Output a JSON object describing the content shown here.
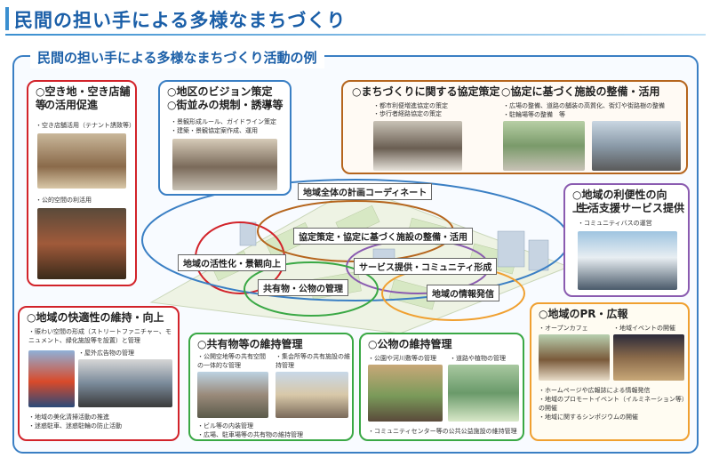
{
  "header": {
    "title": "民間の担い手による多様なまちづくり"
  },
  "subtitle": "民間の担い手による多様なまちづくり活動の例",
  "boxes": {
    "vacant": {
      "title1": "○空き地・空き店舗等",
      "title2": "の活用促進",
      "b1": "・空き店舗活用（テナント誘致等）",
      "b2": "・公的空間の利活用"
    },
    "vision": {
      "title1": "○地区のビジョン策定",
      "title2": "○街並みの規制・誘導等",
      "b1": "・景観形成ルール、ガイドライン策定",
      "b2": "・建築・景観協定案作成、運用"
    },
    "agreement": {
      "title1": "○まちづくりに関する協定策定",
      "title2": "○協定に基づく施設の整備・活用",
      "b1": "・都市利便増進協定の策定",
      "b2": "・歩行者経路協定の策定",
      "b3": "・広場の整備、道路の舗装の高質化、街灯や街路樹の整備",
      "b4": "・駐輪場等の整備　等"
    },
    "service": {
      "title1": "○地域の利便性の向上・",
      "title2": "生活支援サービス提供",
      "b1": "・コミュニティバスの運営"
    },
    "comfort": {
      "title": "○地域の快適性の維持・向上",
      "b1": "・賑わい空間の形成（ストリートファニチャー、モニュメント、緑化施設等を設置）と管理",
      "b2": "・屋外広告物の管理",
      "b3": "・地域の美化清掃活動の推進",
      "b4": "・迷惑駐車、迷惑駐輪の防止活動"
    },
    "shared": {
      "title": "○共有物等の維持管理",
      "b1": "・公開空地等の共有空間の一体的な管理",
      "b2": "・集会所等の共有施設の維持管理",
      "b3": "・ビル等の内装管理",
      "b4": "・広場、駐車場等の共有物の維持管理"
    },
    "public": {
      "title": "○公物の維持管理",
      "b1": "・公園や河川敷等の管理",
      "b2": "・道路や植物の管理",
      "b3": "・コミュニティセンター等の公共公益施設の維持管理"
    },
    "pr": {
      "title": "○地域のPR・広報",
      "b1": "・オープンカフェ",
      "b2": "・地域イベントの開催",
      "b3": "・ホームページや広報誌による情報発信",
      "b4": "・地域のプロモートイベント（イルミネーション等）の開催",
      "b5": "・地域に関するシンポジウムの開催"
    }
  },
  "map_labels": {
    "plan": "地域全体の計画コーディネート",
    "agreement": "協定策定・協定に基づく施設の整備・活用",
    "revitalize": "地域の活性化・景観向上",
    "service": "サービス提供・コミュニティ形成",
    "shared": "共有物・公物の管理",
    "info": "地域の情報発信"
  },
  "colors": {
    "red": "#d2232a",
    "blue": "#3a7fc4",
    "brown": "#b5651d",
    "purple": "#8a5bb0",
    "green": "#3aa845",
    "orange": "#f0a030"
  }
}
